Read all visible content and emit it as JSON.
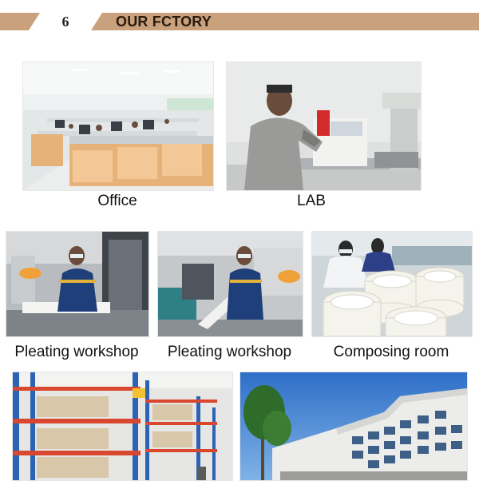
{
  "header": {
    "section_number": "6",
    "title": "OUR FCTORY"
  },
  "photos": [
    {
      "key": "office",
      "caption": "Office"
    },
    {
      "key": "lab",
      "caption": "LAB"
    },
    {
      "key": "pleating1",
      "caption": "Pleating workshop"
    },
    {
      "key": "pleating2",
      "caption": "Pleating workshop"
    },
    {
      "key": "composing",
      "caption": "Composing room"
    },
    {
      "key": "warehouse",
      "caption": ""
    },
    {
      "key": "building",
      "caption": ""
    }
  ]
}
